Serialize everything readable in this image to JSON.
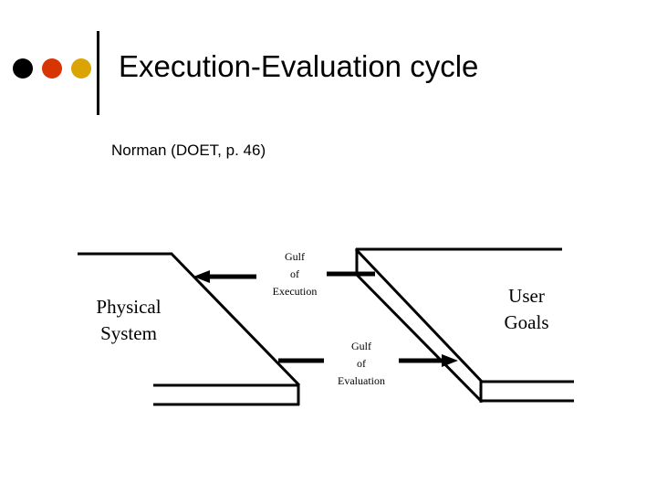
{
  "slide": {
    "title": "Execution-Evaluation cycle",
    "subtitle": "Norman (DOET, p. 46)",
    "bullets": [
      {
        "name": "bullet-black",
        "color": "#000000"
      },
      {
        "name": "bullet-red",
        "color": "#D73502"
      },
      {
        "name": "bullet-yellow",
        "color": "#D9A404"
      }
    ],
    "rule_color": "#000000"
  },
  "diagram": {
    "stroke_color": "#000000",
    "labels": {
      "physical_system": "Physical\nSystem",
      "user_goals": "User\nGoals",
      "gulf_of_execution": "Gulf\nof\nExecution",
      "gulf_of_evaluation": "Gulf\nof\nEvaluation"
    },
    "arrows": {
      "execution_direction": "left",
      "evaluation_direction": "right"
    }
  }
}
